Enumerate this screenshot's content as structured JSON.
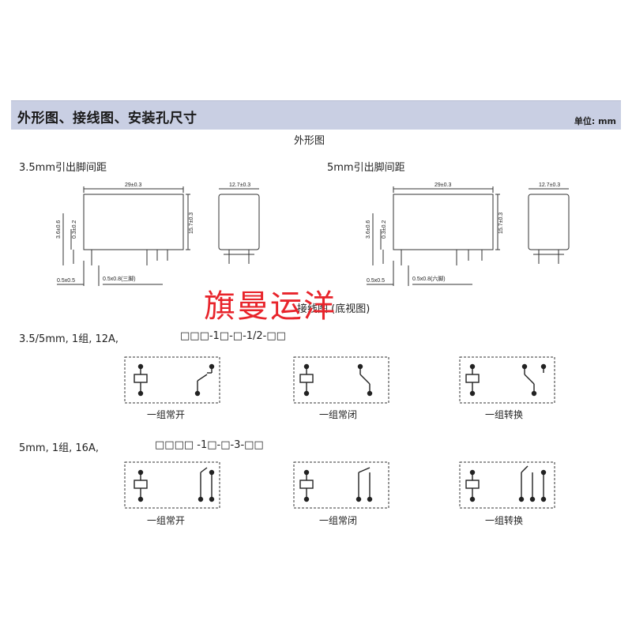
{
  "header": {
    "title": "外形图、接线图、安装孔尺寸",
    "unit": "单位: mm"
  },
  "outline": {
    "title": "外形图",
    "left_label": "3.5mm引出脚间距",
    "right_label": "5mm引出脚间距",
    "dims": {
      "length": "29±0.3",
      "width": "12.7±0.3",
      "height": "15.7±0.3",
      "pin_len": "3.6±0.6",
      "pin_off": "0.3±0.2",
      "pin_sq": "0.5x0.5",
      "pin_rect_left": "0.5x0.8(三脚)",
      "pin_rect_right": "0.5x0.8(六脚)"
    }
  },
  "watermark": "旗曼运洋",
  "wiring": {
    "title": "接线图 (底视图)",
    "row1_label": "3.5/5mm, 1组, 12A,",
    "row1_code": "□□□-1□-□-1/2-□□",
    "row2_label": "5mm,  1组,  16A,",
    "row2_code": "□□□□ -1□-□-3-□□",
    "captions": [
      "一组常开",
      "一组常闭",
      "一组转换"
    ]
  }
}
